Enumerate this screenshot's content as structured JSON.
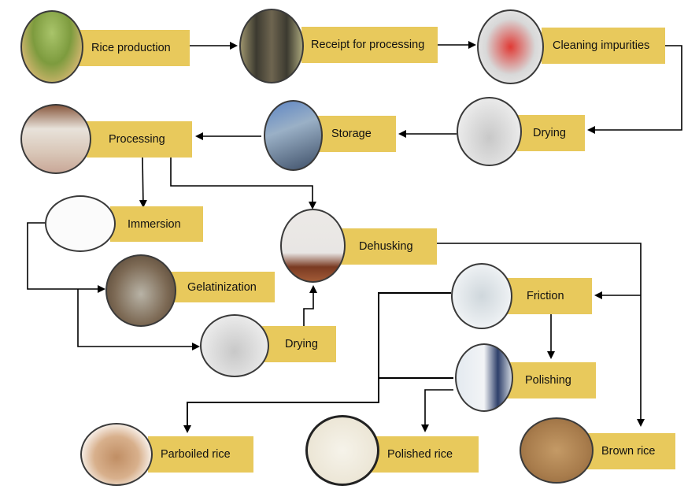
{
  "diagram": {
    "nodes": {
      "rice_production": {
        "label": "Rice production",
        "image": "rice-plant"
      },
      "receipt": {
        "label": "Receipt for processing",
        "image": "grain-intake"
      },
      "cleaning": {
        "label": "Cleaning impurities",
        "image": "cleaning-machine"
      },
      "drying_top": {
        "label": "Drying",
        "image": "dryer-tower"
      },
      "storage": {
        "label": "Storage",
        "image": "grain-silo"
      },
      "processing": {
        "label": "Processing",
        "image": "processing-plant"
      },
      "immersion": {
        "label": "Immersion",
        "image": "immersion-tank-schematic"
      },
      "gelatinization": {
        "label": "Gelatinization",
        "image": "steam-vessel"
      },
      "drying_bottom": {
        "label": "Drying",
        "image": "dryer-tower"
      },
      "dehusking": {
        "label": "Dehusking",
        "image": "dehusker-machine"
      },
      "friction": {
        "label": "Friction",
        "image": "friction-mill"
      },
      "polishing": {
        "label": "Polishing",
        "image": "polisher-machine"
      },
      "parboiled": {
        "label": "Parboiled rice",
        "image": "parboiled-rice-pile"
      },
      "polished": {
        "label": "Polished rice",
        "image": "white-rice-bowl"
      },
      "brown": {
        "label": "Brown rice",
        "image": "brown-rice-grains"
      }
    },
    "edges": [
      [
        "rice_production",
        "receipt"
      ],
      [
        "receipt",
        "cleaning"
      ],
      [
        "cleaning",
        "drying_top"
      ],
      [
        "drying_top",
        "storage"
      ],
      [
        "storage",
        "processing"
      ],
      [
        "processing",
        "immersion"
      ],
      [
        "processing",
        "dehusking"
      ],
      [
        "immersion",
        "gelatinization"
      ],
      [
        "immersion",
        "drying_bottom"
      ],
      [
        "drying_bottom",
        "dehusking"
      ],
      [
        "dehusking",
        "friction"
      ],
      [
        "dehusking",
        "brown"
      ],
      [
        "friction",
        "polishing"
      ],
      [
        "friction",
        "parboiled"
      ],
      [
        "polishing",
        "parboiled"
      ],
      [
        "polishing",
        "polished"
      ]
    ],
    "colors": {
      "label_fill": "#e8c95c",
      "line": "#000000",
      "circle_border": "#3a3a3a"
    }
  }
}
